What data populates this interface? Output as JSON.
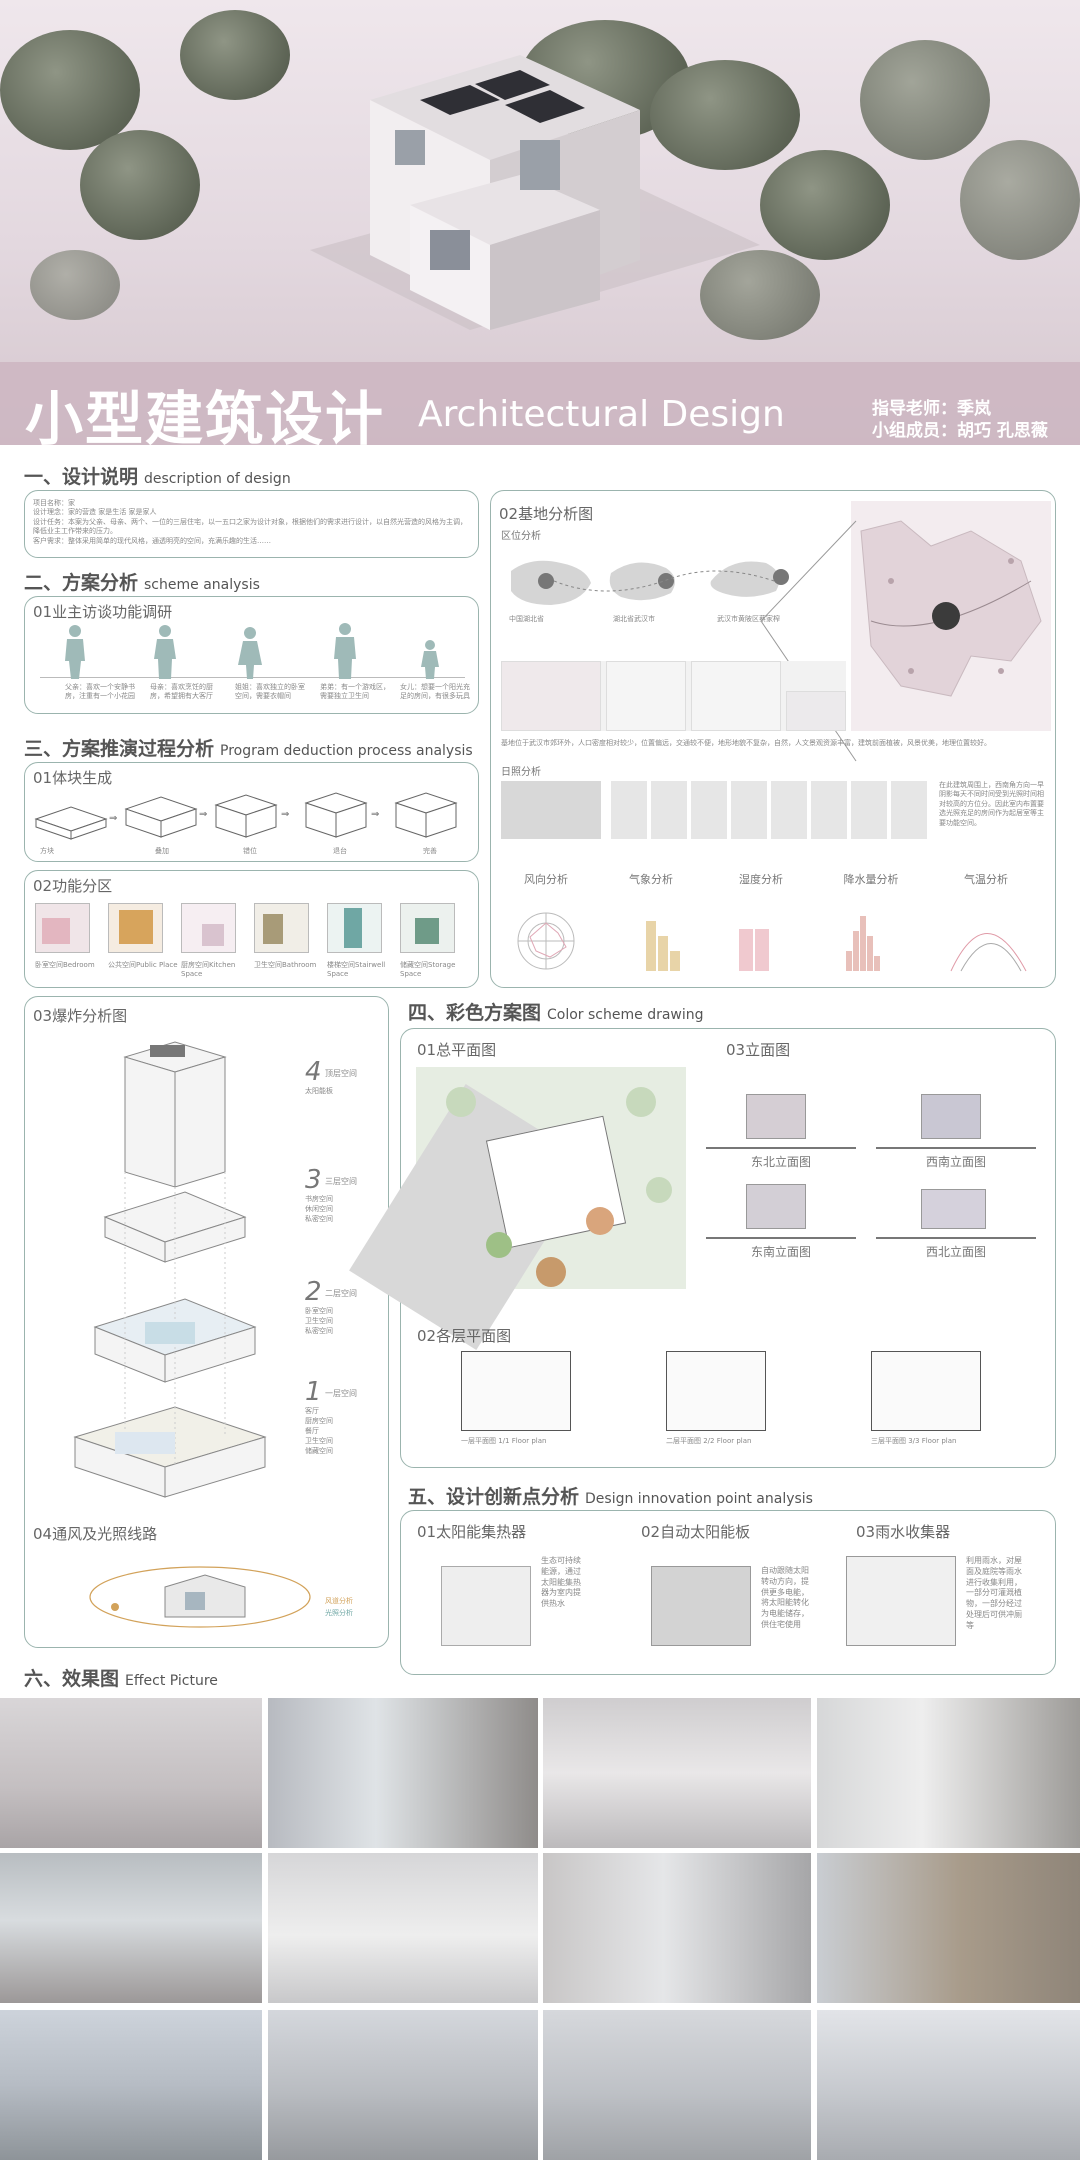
{
  "header": {
    "title_cn": "小型建筑设计",
    "title_en": "Architectural Design",
    "advisor": "指导老师：季岚",
    "members": "小组成员：胡巧 孔思薇"
  },
  "sections": {
    "s1": {
      "cn": "一、设计说明",
      "en": "description of design"
    },
    "s2": {
      "cn": "二、方案分析",
      "en": "scheme analysis"
    },
    "s3": {
      "cn": "三、方案推演过程分析",
      "en": "Program deduction process analysis"
    },
    "s4": {
      "cn": "四、彩色方案图",
      "en": "Color scheme drawing"
    },
    "s5": {
      "cn": "五、设计创新点分析",
      "en": "Design innovation point analysis"
    },
    "s6": {
      "cn": "六、效果图",
      "en": "Effect Picture"
    }
  },
  "design_text": "项目名称：家\n设计理念：家的营造 家是生活 家是家人\n设计任务：本案为父亲、母亲、两个、一位的三层住宅，以一五口之家为设计对象，根据他们的需求进行设计，以自然光营造的风格为主调，\n降低业主工作带来的压力。\n客户需求：整体采用简单的现代风格，通透明亮的空间，充满乐趣的生活……",
  "interview": {
    "title": "01业主访谈功能调研",
    "people": [
      {
        "note": "父亲：喜欢一个安静书房，注重有一个小花园"
      },
      {
        "note": "母亲：喜欢烹饪的厨房，希望拥有大客厅"
      },
      {
        "note": "姐姐：喜欢独立的卧室空间，需要衣帽间"
      },
      {
        "note": "弟弟：有一个游戏区，需要独立卫生间"
      },
      {
        "note": "女儿：想要一个阳光充足的房间，有很多玩具"
      }
    ]
  },
  "volume": {
    "title": "01体块生成",
    "steps": [
      "方块",
      "叠加",
      "错位",
      "退台",
      "完善"
    ]
  },
  "zoning": {
    "title": "02功能分区",
    "items": [
      {
        "label": "卧室空间Bedroom",
        "color": "#e3b6c0"
      },
      {
        "label": "公共空间Public Place",
        "color": "#d7a45c"
      },
      {
        "label": "厨房空间Kitchen Space",
        "color": "#d9c3cf"
      },
      {
        "label": "卫生空间Bathroom",
        "color": "#a89b78"
      },
      {
        "label": "楼梯空间Stairwell Space",
        "color": "#6fa7a4"
      },
      {
        "label": "储藏空间Storage Space",
        "color": "#6f9b88"
      }
    ]
  },
  "site": {
    "title": "02基地分析图",
    "location_title": "区位分析",
    "maps": [
      "中国湖北省",
      "湖北省武汉市",
      "武汉市黄陂区蔡家榨"
    ],
    "site_text": "基地位于武汉市郊环外，人口密度相对较少，位置偏远，交通较不便，地形地貌不复杂，自然，人文景观资源丰富，建筑前面植被，风景优美，地理位置较好。",
    "sun_title": "日照分析",
    "sun_text": "在此建筑周围上，西南角方向一早阴影每天不同时间受到光照时间相对较高的方位分。因此室内布置要选光照充足的房间作为起居室等主要功能空间。",
    "climate": [
      "风向分析",
      "气象分析",
      "湿度分析",
      "降水量分析",
      "气温分析"
    ]
  },
  "explode": {
    "title": "03爆炸分析图",
    "floors": [
      {
        "num": "4",
        "name": "顶层空间",
        "items": [
          "太阳能板"
        ]
      },
      {
        "num": "3",
        "name": "三层空间",
        "items": [
          "书房空间",
          "休闲空间",
          "私密空间"
        ]
      },
      {
        "num": "2",
        "name": "二层空间",
        "items": [
          "卧室空间",
          "卫生空间",
          "私密空间"
        ]
      },
      {
        "num": "1",
        "name": "一层空间",
        "items": [
          "客厅",
          "厨房空间",
          "餐厅",
          "卫生空间",
          "储藏空间"
        ]
      }
    ],
    "vent_title": "04通风及光照线路",
    "vent_legend": [
      "风道分析",
      "光照分析"
    ]
  },
  "color": {
    "master_title": "01总平面图",
    "elev_title": "03立面图",
    "elevations": [
      "东北立面图",
      "西南立面图",
      "东南立面图",
      "西北立面图"
    ],
    "floor_title": "02各层平面图",
    "floors": [
      "一层平面图 1/1 Floor plan",
      "二层平面图 2/2 Floor plan",
      "三层平面图 3/3 Floor plan"
    ]
  },
  "innovation": [
    {
      "title": "01太阳能集热器",
      "text": "生态可持续能源，通过太阳能集热器为室内提供热水"
    },
    {
      "title": "02自动太阳能板",
      "text": "自动跟随太阳转动方向，提供更多电能，将太阳能转化为电能储存，供住宅使用"
    },
    {
      "title": "03雨水收集器",
      "text": "利用雨水，对屋面及庭院等雨水进行收集利用，一部分可灌溉植物，一部分经过处理后可供冲厕等"
    }
  ],
  "photos": {
    "row1": [
      "interior-living",
      "interior-study",
      "interior-hall",
      "interior-bedroom"
    ],
    "row2": [
      "interior-lounge",
      "interior-corridor",
      "interior-kitchen",
      "interior-master-bedroom"
    ],
    "row3": [
      "exterior-view-1",
      "exterior-view-2",
      "exterior-view-3",
      "exterior-view-4"
    ]
  },
  "colors": {
    "accent": "#9bb4ae",
    "band": "#cdb6c1",
    "text": "#555555"
  }
}
